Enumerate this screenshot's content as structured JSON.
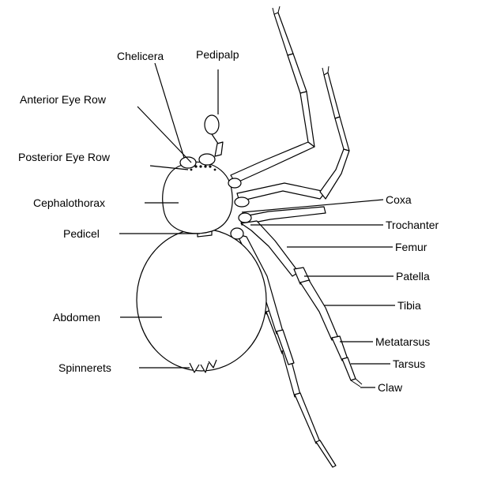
{
  "labels": {
    "chelicera": "Chelicera",
    "pedipalp": "Pedipalp",
    "anterior_eye_row": "Anterior Eye Row",
    "posterior_eye_row": "Posterior Eye Row",
    "cephalothorax": "Cephalothorax",
    "pedicel": "Pedicel",
    "abdomen": "Abdomen",
    "spinnerets": "Spinnerets",
    "coxa": "Coxa",
    "trochanter": "Trochanter",
    "femur": "Femur",
    "patella": "Patella",
    "tibia": "Tibia",
    "metatarsus": "Metatarsus",
    "tarsus": "Tarsus",
    "claw": "Claw"
  },
  "colors": {
    "ink": "#000000",
    "background": "#ffffff"
  }
}
